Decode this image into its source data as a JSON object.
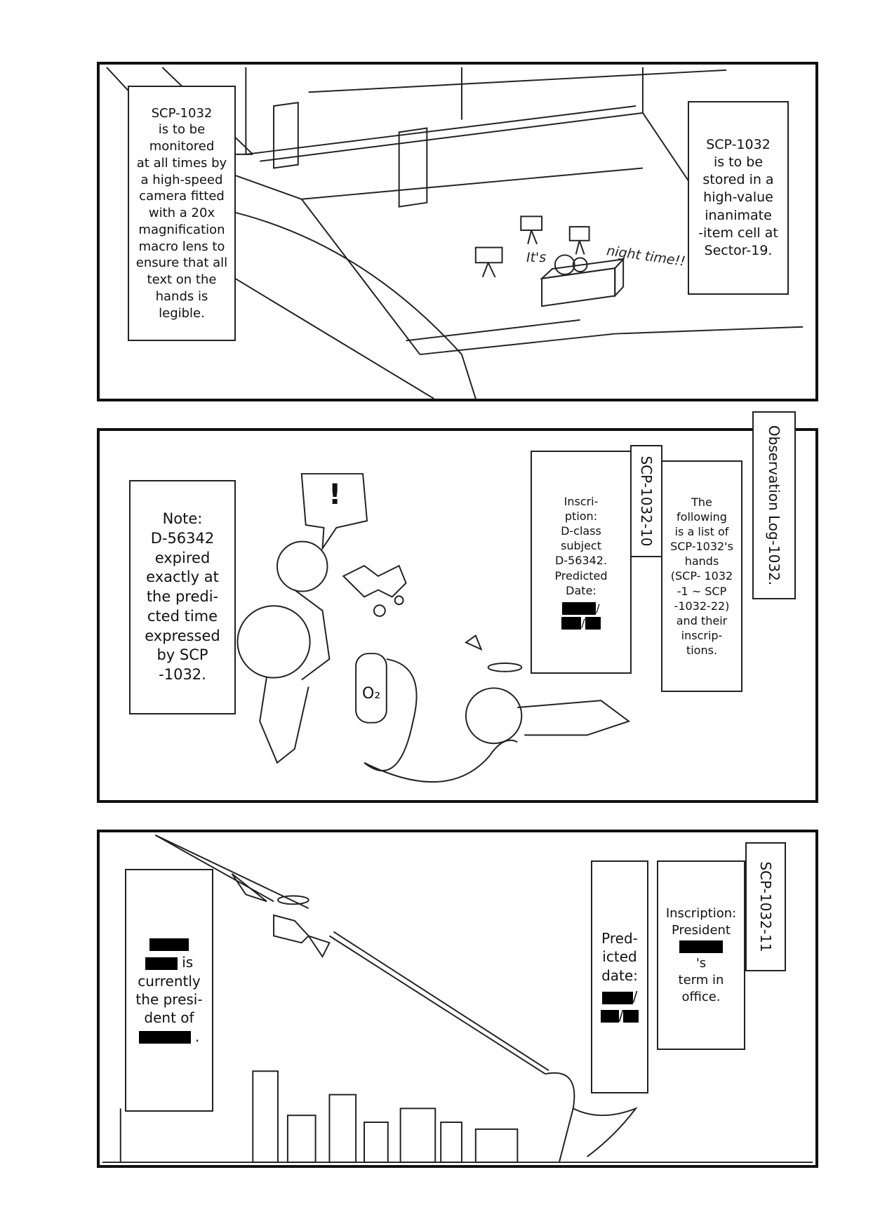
{
  "panel1": {
    "left_caption": "SCP-1032\nis to be\nmonitored\nat all times by\na high-speed\ncamera fitted\nwith a 20x\nmagnification\nmacro lens to\nensure that all\ntext on the\nhands is\nlegible.",
    "right_caption": "SCP-1032\nis to be\nstored in a\nhigh-value\ninanimate\n-item cell at\nSector-19.",
    "sfx_left": "It's",
    "sfx_right": "night time!!"
  },
  "panel2": {
    "note_caption": "Note:\nD-56342\nexpired\nexactly at\nthe predi-\ncted time\nexpressed\nby SCP\n-1032.",
    "hand_label": "SCP-1032-10",
    "inscription": "Inscri-\nption:\nD-class\nsubject\nD-56342.\nPredicted\nDate:",
    "list_caption": "The\nfollowing\nis a list of\nSCP-1032's\nhands\n(SCP- 1032\n-1 ~ SCP\n-1032-22)\nand their\ninscrip-\ntions.",
    "log_title": "Observation Log-1032.",
    "speech": "!",
    "tank_label": "O₂",
    "slash": "/"
  },
  "panel3": {
    "president_is": "is",
    "president_rest": "currently\nthe presi-\ndent of",
    "period": ".",
    "predicted": "Pred-\nicted\ndate:",
    "slash": "/",
    "inscription_prefix": "Inscription:\nPresident",
    "inscription_suffix": "'s\nterm in\noffice.",
    "hand_label": "SCP-1032-11"
  }
}
